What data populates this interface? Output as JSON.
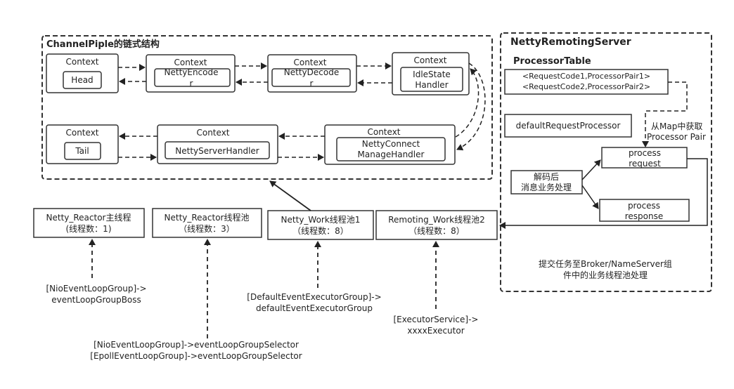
{
  "pipeline": {
    "title": "ChannelPiple的链式结构",
    "head": {
      "label": "Context",
      "inner": "Head"
    },
    "encoder": {
      "label": "Context",
      "inner": "NettyEncoder",
      "inner_line1": "NettyEncode",
      "inner_line2": "r"
    },
    "decoder": {
      "label": "Context",
      "inner": "NettyDecoder",
      "inner_line1": "NettyDecode",
      "inner_line2": "r"
    },
    "idle": {
      "label": "Context",
      "inner_line1": "IdleState",
      "inner_line2": "Handler"
    },
    "tail": {
      "label": "Context",
      "inner": "Tail"
    },
    "server_handler": {
      "label": "Context",
      "inner": "NettyServerHandler"
    },
    "connect_manage": {
      "label": "Context",
      "inner_line1": "NettyConnect",
      "inner_line2": "ManageHandler"
    }
  },
  "remoting_server": {
    "title": "NettyRemotingServer",
    "processor_table": "ProcessorTable",
    "table_line1": "<RequestCode1,ProcessorPair1>",
    "table_line2": "<RequestCode2,ProcessorPair2>",
    "default_processor": "defaultRequestProcessor",
    "lookup_line1": "从Map中获取",
    "lookup_line2": "Processor Pair",
    "decode_line1": "解码后",
    "decode_line2": "消息业务处理",
    "request_line1": "process",
    "request_line2": "request",
    "response_line1": "process",
    "response_line2": "response",
    "submit_line1": "提交任务至Broker/NameServer组",
    "submit_line2": "件中的业务线程池处理"
  },
  "pools": {
    "reactor_main": {
      "line1": "Netty_Reactor主线程",
      "line2": "(线程数：1)"
    },
    "reactor_pool": {
      "line1": "Netty_Reactor线程池",
      "line2": "（线程数：3）"
    },
    "work_pool": {
      "line1": "Netty_Work线程池1",
      "line2": "（线程数：8）"
    },
    "remoting_pool": {
      "line1": "Remoting_Work线程池2",
      "line2": "（线程数：8）"
    }
  },
  "notes": {
    "boss_line1": "[NioEventLoopGroup]->",
    "boss_line2": "eventLoopGroupBoss",
    "selector_line1": "[NioEventLoopGroup]->eventLoopGroupSelector",
    "selector_line2": "[EpollEventLoopGroup]->eventLoopGroupSelector",
    "executor_line1": "[DefaultEventExecutorGroup]->",
    "executor_line2": "defaultEventExecutorGroup",
    "service_line1": "[ExecutorService]->",
    "service_line2": "xxxxExecutor"
  }
}
